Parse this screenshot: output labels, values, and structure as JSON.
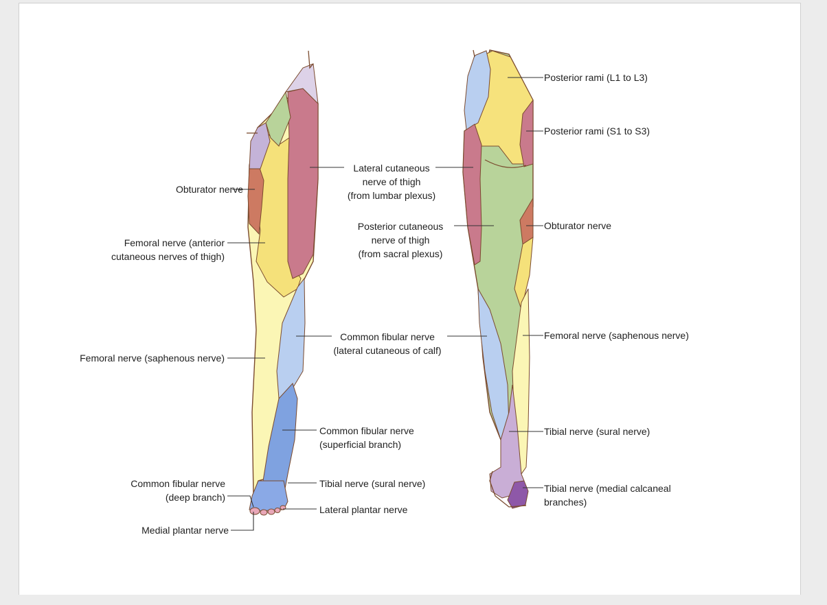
{
  "colors": {
    "outline": "#7a4a2e",
    "leader": "#333333",
    "posterior_rami_L1_L3": "#f6e27c",
    "posterior_rami_S1_S3": "#c97a8c",
    "lateral_cutaneous_thigh": "#c97a8c",
    "posterior_cutaneous_thigh": "#b8d39a",
    "obturator": "#cd7a62",
    "femoral_anterior": "#f5e17a",
    "femoral_saphenous": "#fbf6b5",
    "common_fibular_lateral_calf": "#b9cff0",
    "common_fibular_superficial": "#7fa2e0",
    "common_fibular_deep": "#8aa9e6",
    "tibial_sural": "#c9aed6",
    "tibial_medial_calcaneal": "#8e58a8",
    "lateral_plantar": "#e8a7b8",
    "genitofemoral": "#ddd2e8",
    "ilioinguinal": "#c4b3d8"
  },
  "anterior_labels": {
    "obturator": "Obturator nerve",
    "femoral_anterior": "Femoral nerve (anterior\ncutaneous nerves of thigh)",
    "femoral_saphenous": "Femoral nerve (saphenous nerve)",
    "common_fibular_deep": "Common fibular nerve\n(deep branch)",
    "medial_plantar": "Medial plantar nerve",
    "common_fibular_superficial": "Common fibular nerve\n(superficial branch)",
    "tibial_sural": "Tibial nerve (sural nerve)",
    "lateral_plantar": "Lateral plantar nerve"
  },
  "center_labels": {
    "lateral_cutaneous_thigh": "Lateral cutaneous\nnerve of thigh\n(from lumbar plexus)",
    "posterior_cutaneous_thigh": "Posterior cutaneous\nnerve of thigh\n(from sacral plexus)",
    "common_fibular_lateral_calf": "Common fibular nerve\n(lateral cutaneous of calf)"
  },
  "posterior_labels": {
    "posterior_rami_L1_L3": "Posterior rami (L1 to L3)",
    "posterior_rami_S1_S3": "Posterior rami (S1 to S3)",
    "obturator": "Obturator nerve",
    "femoral_saphenous": "Femoral nerve (saphenous nerve)",
    "tibial_sural": "Tibial nerve (sural nerve)",
    "tibial_medial_calcaneal": "Tibial nerve (medial calcaneal\nbranches)"
  }
}
